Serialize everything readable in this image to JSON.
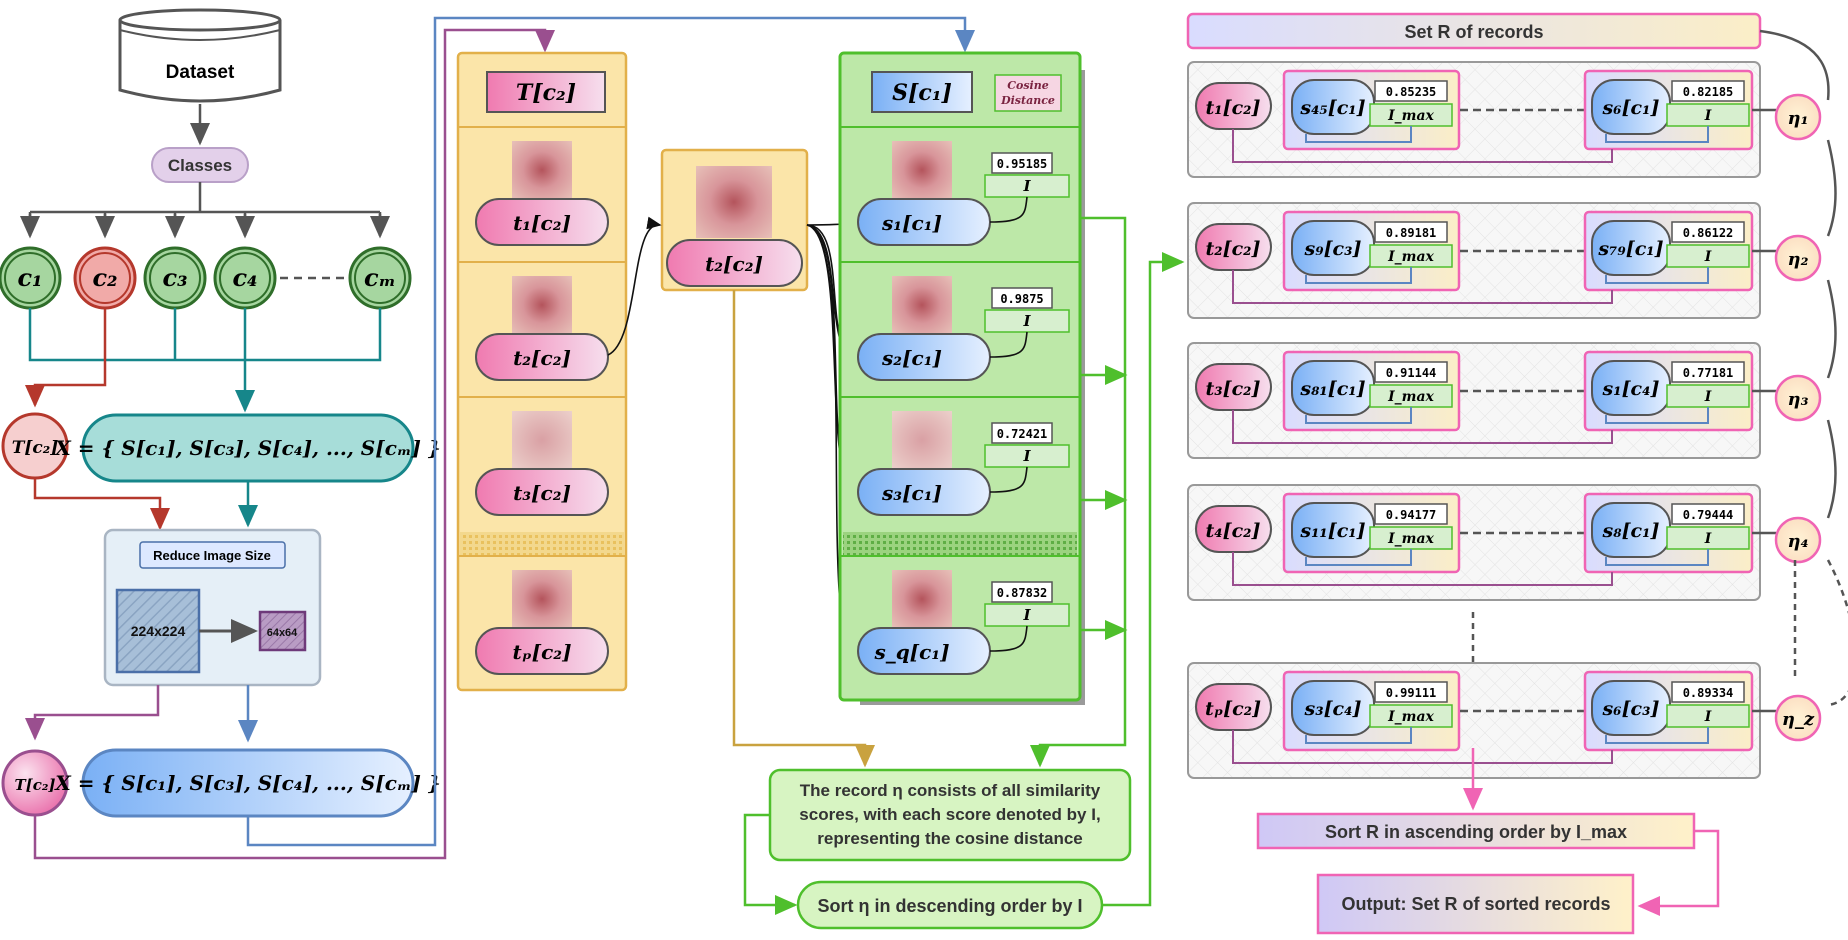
{
  "left": {
    "dataset": "Dataset",
    "classes": "Classes",
    "c1": "c₁",
    "c2": "c₂",
    "c3": "c₃",
    "c4": "c₄",
    "cm": "cₘ",
    "t_c2": "T[c₂]",
    "x_set": "X = { S[c₁], S[c₃], S[c₄], ..., S[cₘ] }",
    "reduce_title": "Reduce Image Size",
    "size_big": "224x224",
    "size_small": "64x64"
  },
  "tcol": {
    "header": "T[c₂]",
    "items": [
      "t₁[c₂]",
      "t₂[c₂]",
      "t₃[c₂]",
      "tₚ[c₂]"
    ]
  },
  "query": {
    "label": "t₂[c₂]"
  },
  "scol": {
    "header": "S[c₁]",
    "cosine": [
      "Cosine",
      "Distance"
    ],
    "items": [
      {
        "label": "s₁[c₁]",
        "score": "0.95185",
        "sym": "I"
      },
      {
        "label": "s₂[c₁]",
        "score": "0.9875",
        "sym": "I"
      },
      {
        "label": "s₃[c₁]",
        "score": "0.72421",
        "sym": "I"
      },
      {
        "label": "s_q[c₁]",
        "score": "0.87832",
        "sym": "I"
      }
    ]
  },
  "record_note": [
    "The record η consists of all similarity",
    "scores, with each score denoted by I,",
    "representing the cosine distance"
  ],
  "sort_eta": "Sort η in descending order by I",
  "right": {
    "set_title": "Set R of records",
    "rows": [
      {
        "t": "t₁[c₂]",
        "s1": "s₄₅[c₁]",
        "v1": "0.85235",
        "s2": "s₆[c₁]",
        "v2": "0.82185",
        "eta": "η₁"
      },
      {
        "t": "t₂[c₂]",
        "s1": "s₉[c₃]",
        "v1": "0.89181",
        "s2": "s₇₉[c₁]",
        "v2": "0.86122",
        "eta": "η₂"
      },
      {
        "t": "t₃[c₂]",
        "s1": "s₈₁[c₁]",
        "v1": "0.91144",
        "s2": "s₁[c₄]",
        "v2": "0.77181",
        "eta": "η₃"
      },
      {
        "t": "t₄[c₂]",
        "s1": "s₁₁[c₁]",
        "v1": "0.94177",
        "s2": "s₈[c₁]",
        "v2": "0.79444",
        "eta": "η₄"
      },
      {
        "t": "tₚ[c₂]",
        "s1": "s₃[c₄]",
        "v1": "0.99111",
        "s2": "s₆[c₃]",
        "v2": "0.89334",
        "eta": "η_z"
      }
    ],
    "imax": "I_max",
    "i": "I",
    "sort_r": "Sort R in ascending order by I_max",
    "output": "Output: Set R of sorted records"
  }
}
